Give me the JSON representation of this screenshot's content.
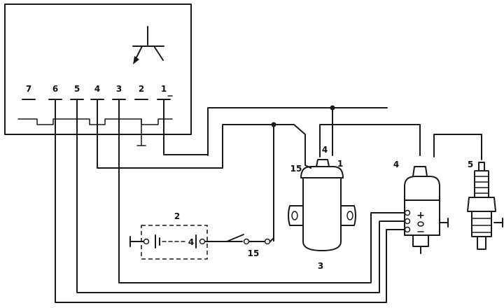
{
  "module": {
    "terminals": [
      "7",
      "6",
      "5",
      "4",
      "3",
      "2",
      "1"
    ]
  },
  "labels": {
    "coil_terminal_15": "15",
    "coil_terminal_4": "4",
    "coil_terminal_1": "1",
    "coil_number": "3",
    "battery_number": "2",
    "battery_terminal": "4",
    "switch_terminal": "15",
    "distributor_number": "4",
    "distributor_plus": "+",
    "spark_plug_number": "5"
  },
  "colors": {
    "line": "#1a1a1a",
    "background": "#ffffff"
  }
}
